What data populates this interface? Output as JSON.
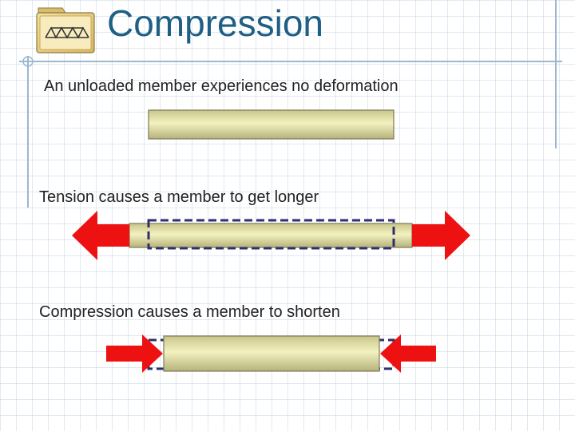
{
  "slide": {
    "title": "Compression",
    "unloaded_caption": "An unloaded member experiences no deformation",
    "tension_caption": "Tension causes a member to get longer",
    "compression_caption": "Compression causes a member to shorten"
  },
  "colors": {
    "title": "#1f5f84",
    "arrow": "#ee1111",
    "member_fill": "#e8e6a8",
    "outline_dash": "#2d2f6e",
    "grid": "#c8d7e6"
  },
  "icons": {
    "logo": "folder-truss-bridge-icon",
    "force_arrow": "arrow-icon"
  }
}
